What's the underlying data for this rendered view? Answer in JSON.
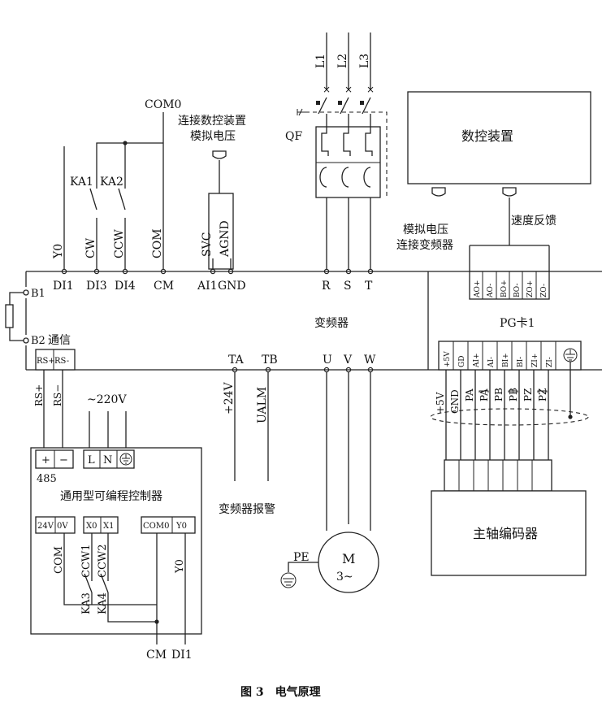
{
  "caption": "图 3　电气原理",
  "inverter": {
    "label": "变频器",
    "top_terminals": [
      "DI1",
      "DI3",
      "DI4",
      "CM",
      "AI1",
      "GND",
      "R",
      "S",
      "T"
    ],
    "top_wire_labels": [
      "Y0",
      "CW",
      "CCW",
      "COM",
      "SVC",
      "AGND"
    ],
    "relays": [
      "KA1",
      "KA2"
    ],
    "com0": "COM0",
    "b1": "B1",
    "b2": "B2",
    "comm": "通信",
    "rs_plus": "RS+",
    "rs_minus": "RS-",
    "bottom_terminals": [
      "TA",
      "TB",
      "U",
      "V",
      "W"
    ],
    "ta_wire": "+24V",
    "tb_wire": "UALM",
    "alarm": "变频器报警",
    "analog_note_line1": "连接数控装置",
    "analog_note_line2": "模拟电压"
  },
  "power": {
    "phases": [
      "L1",
      "L2",
      "L3"
    ],
    "breaker": "QF"
  },
  "cnc": {
    "label": "数控装置",
    "note_line1": "模拟电压",
    "note_line2": "连接变频器",
    "speed_feedback": "速度反馈"
  },
  "pg_card": {
    "label": "PG卡1",
    "top_pins": [
      "AO+",
      "AO-",
      "BO+",
      "BO-",
      "ZO+",
      "ZO-"
    ],
    "bottom_pins": [
      "+5V",
      "GD",
      "AI+",
      "AI-",
      "BI+",
      "BI-",
      "ZI+",
      "ZI-"
    ],
    "wire_labels": [
      "+5V",
      "GND",
      "PA",
      "PA",
      "PB",
      "PB",
      "PZ",
      "PZ"
    ]
  },
  "encoder": {
    "label": "主轴编码器"
  },
  "plc": {
    "label": "通用型可编程控制器",
    "port_485": "485",
    "supply": "~220V",
    "top_terms": [
      "+",
      "−",
      "L",
      "N"
    ],
    "bottom_terms": [
      "24V",
      "0V",
      "X0",
      "X1",
      "COM0",
      "Y0"
    ],
    "wire_labels": [
      "RS+",
      "RS−",
      "COM",
      "CCW1",
      "CCW2",
      "Y0"
    ],
    "contacts": [
      "KA3",
      "KA4"
    ],
    "bottom_ends": [
      "CM",
      "DI1"
    ]
  },
  "motor": {
    "label_m": "M",
    "label_phase": "3~",
    "pe": "PE"
  }
}
